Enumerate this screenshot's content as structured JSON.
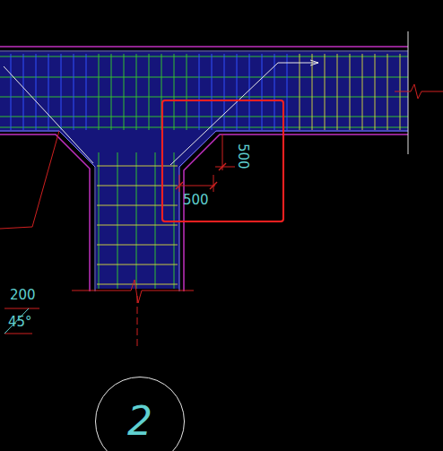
{
  "diagram": {
    "nodes": [
      {
        "text": [
          "2"
        ]
      }
    ],
    "labels": [
      "500",
      "500",
      "200",
      "45°"
    ]
  }
}
